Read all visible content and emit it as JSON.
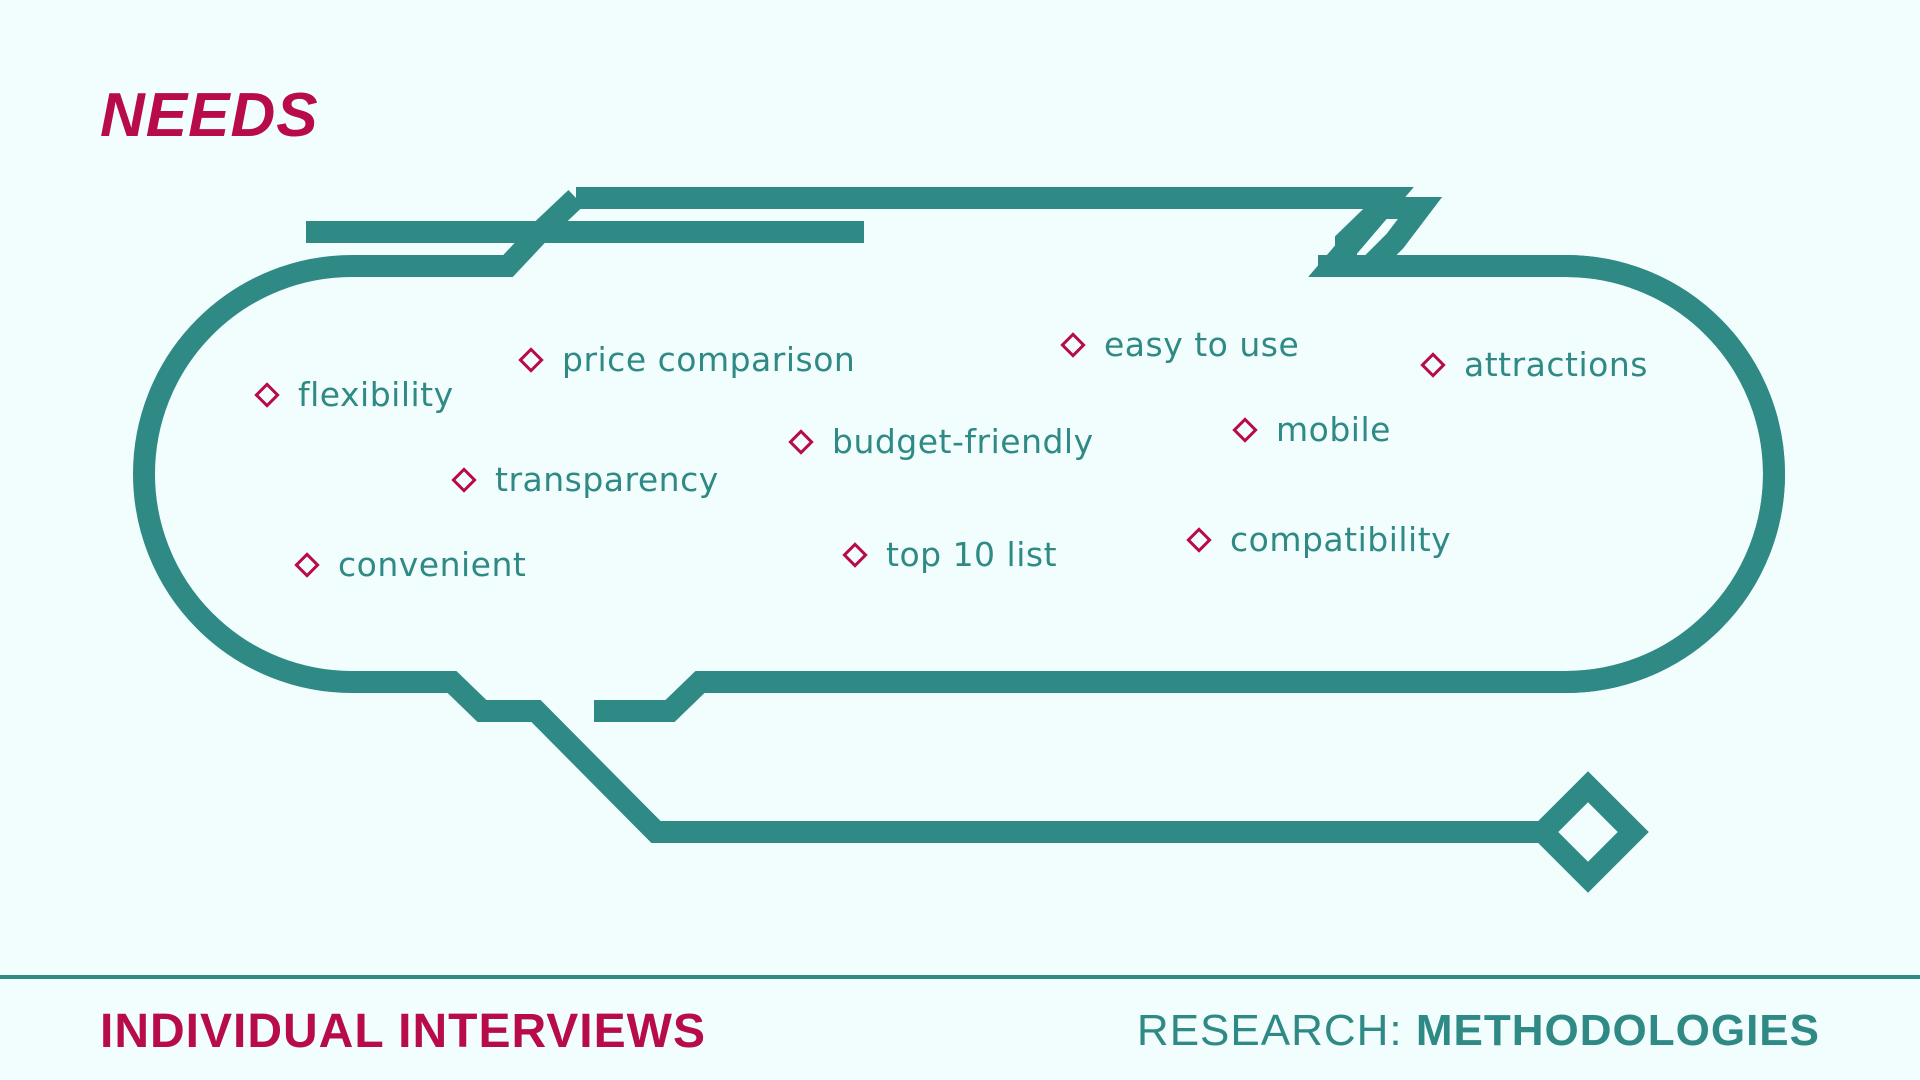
{
  "title": "NEEDS",
  "needs": [
    {
      "label": "flexibility"
    },
    {
      "label": "price comparison"
    },
    {
      "label": "transparency"
    },
    {
      "label": "convenient"
    },
    {
      "label": "budget-friendly"
    },
    {
      "label": "top 10 list"
    },
    {
      "label": "easy to use"
    },
    {
      "label": "mobile"
    },
    {
      "label": "compatibility"
    },
    {
      "label": "attractions"
    }
  ],
  "footer": {
    "left": "INDIVIDUAL INTERVIEWS",
    "right_prefix": "RESEARCH: ",
    "right_strong": "METHODOLOGIES"
  },
  "colors": {
    "background": "#f2fdfd",
    "teal": "#2f8a86",
    "accent": "#b80b4a"
  },
  "icons": [
    "diamond-bullet-icon",
    "diamond-end-icon"
  ]
}
